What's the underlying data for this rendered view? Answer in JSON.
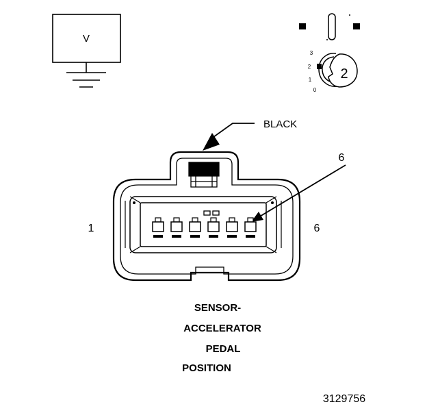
{
  "voltmeter": {
    "symbol": "V"
  },
  "switch": {
    "positions": [
      "3",
      "2",
      "1",
      "0"
    ],
    "selected": "2"
  },
  "connector": {
    "color": "BLACK",
    "pin_callout": "6",
    "left_end_label": "1",
    "right_end_label": "6",
    "pin_count": 6
  },
  "component_name": [
    "SENSOR-",
    "ACCELERATOR",
    "PEDAL",
    "POSITION"
  ],
  "figure_number": "3129756",
  "colors": {
    "line": "#000000",
    "background": "#ffffff"
  }
}
